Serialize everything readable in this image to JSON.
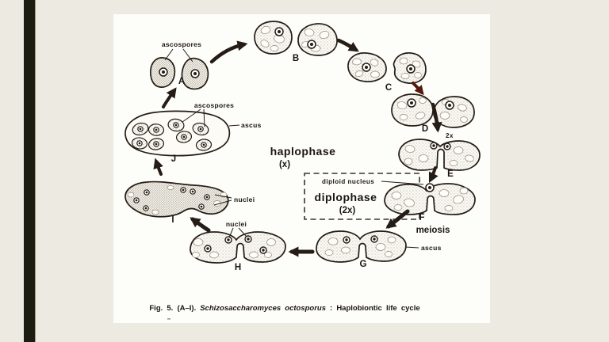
{
  "colors": {
    "bg": "#edebe1",
    "bar": "#1b1d11",
    "panel": "#fdfdf9",
    "ink": "#241c15",
    "maroon": "#551a0e",
    "text": "#1b1511"
  },
  "diagram": {
    "stages": [
      "A",
      "B",
      "C",
      "D",
      "E",
      "F",
      "G",
      "H",
      "I",
      "J"
    ],
    "labels": {
      "ascospores_top": "ascospores",
      "ascospores_j": "ascospores",
      "ascus_j": "ascus",
      "ascus_g": "ascus",
      "nuclei_i": "nuclei",
      "nuclei_h": "nuclei",
      "diploid_nucleus": "diploid nucleus",
      "ploidy": "2x"
    },
    "phases": {
      "haplophase": "haplophase",
      "haplophase_sub": "(x)",
      "diplophase": "diplophase",
      "diplophase_sub": "(2x)",
      "meiosis": "meiosis"
    },
    "caption": {
      "prefix": "Fig. 5. (A–I).",
      "species": "Schizosaccharomyces octosporus",
      "suffix": ": Haplobiontic life cycle"
    }
  }
}
